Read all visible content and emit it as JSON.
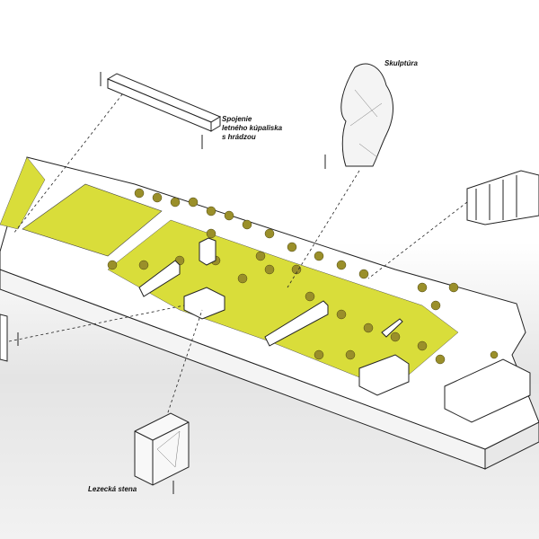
{
  "labels": {
    "connection_line1": "Spojenie",
    "connection_line2": "letného kúpaliska",
    "connection_line3": "s hrádzou",
    "sculpture": "Skulptúra",
    "climbing_wall": "Lezecká stena"
  },
  "colors": {
    "vegetation": "#d9dd3a",
    "trees": "#9a8f2a",
    "platform": "#ffffff",
    "sky_cloud": "#dedede"
  }
}
